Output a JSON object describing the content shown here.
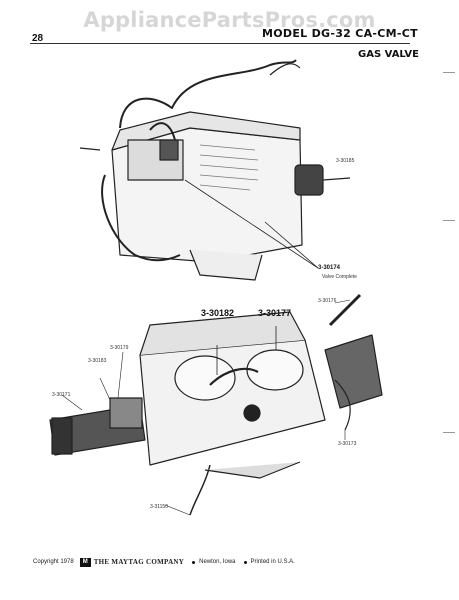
{
  "watermark": {
    "text": "AppliancePartsPros.com"
  },
  "header": {
    "page_number": "28",
    "model": "MODEL  DG-32  CA-CM-CT",
    "subtitle": "GAS VALVE"
  },
  "callouts": {
    "valve_complete_number": "3-30174",
    "valve_complete_label": "Valve Complete",
    "part_30182": "3-30182",
    "part_30177": "3-30177",
    "part_right_upper": "3-30176",
    "part_right_mid": "3-30185",
    "part_right_lower": "3-30173",
    "part_left_a": "3-30179",
    "part_left_b": "3-30183",
    "part_left_c": "3-30171",
    "part_bottom": "3-31150"
  },
  "footer": {
    "copyright": "Copyright 1978",
    "logo_text": "M",
    "company": "THE MAYTAG COMPANY",
    "location": "Newton, Iowa",
    "printed": "Printed in U.S.A."
  }
}
